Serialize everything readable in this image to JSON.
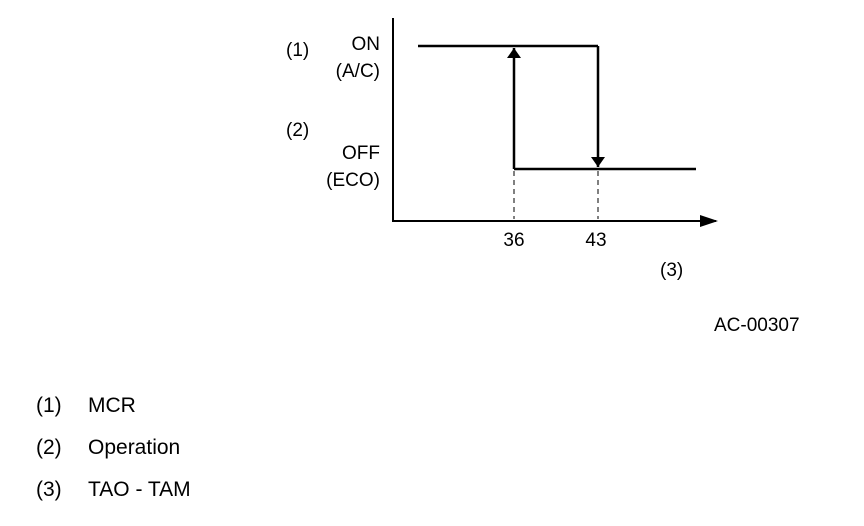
{
  "diagram": {
    "marker_1": "(1)",
    "marker_2": "(2)",
    "marker_3": "(3)",
    "on_label": "ON",
    "on_sub_label": "(A/C)",
    "off_label": "OFF",
    "off_sub_label": "(ECO)",
    "tick_36": "36",
    "tick_43": "43",
    "figure_code": "AC-00307"
  },
  "legend": [
    {
      "key": "(1)",
      "text": "MCR"
    },
    {
      "key": "(2)",
      "text": "Operation"
    },
    {
      "key": "(3)",
      "text": "TAO - TAM"
    }
  ],
  "colors": {
    "ink": "#000000",
    "background": "#ffffff"
  }
}
